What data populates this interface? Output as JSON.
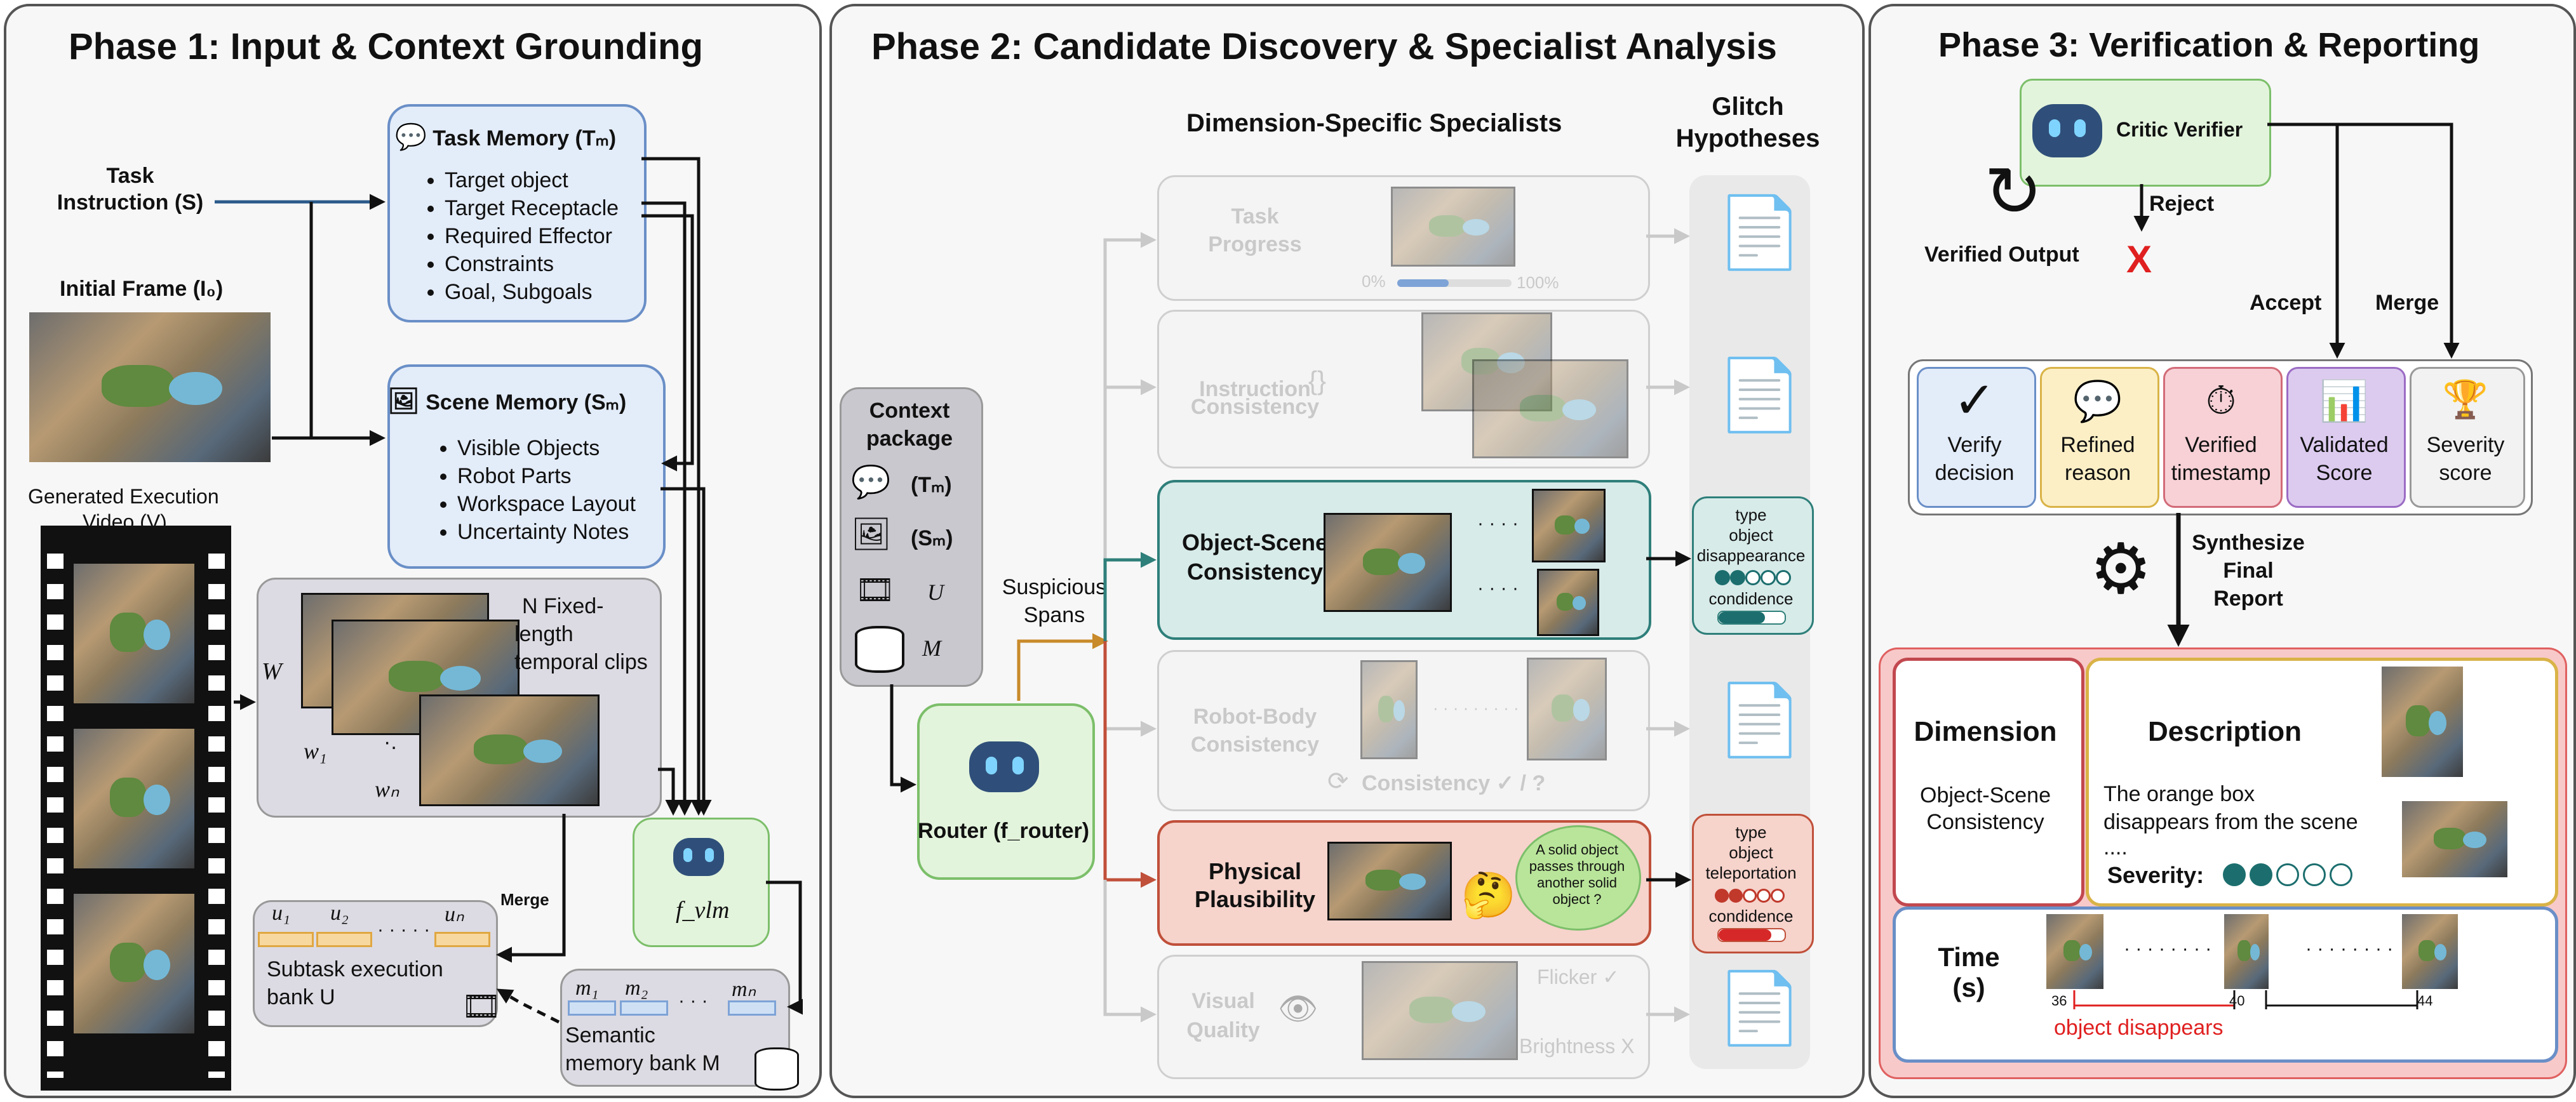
{
  "phase1": {
    "title": "Phase 1:  Input & Context Grounding",
    "task_instruction": "Task Instruction (S)",
    "initial_frame": "Initial Frame  (I₀)",
    "generated_video": "Generated   Execution",
    "video_label": "Video (V)",
    "task_memory": {
      "title": "Task Memory (Tₘ)",
      "items": [
        "Target object",
        "Target Receptacle",
        "Required Effector",
        "Constraints",
        "Goal, Subgoals"
      ]
    },
    "scene_memory": {
      "title": "Scene Memory (Sₘ)",
      "items": [
        "Visible Objects",
        "Robot Parts",
        "Workspace Layout",
        "Uncertainty Notes"
      ]
    },
    "clips": {
      "text1": "N Fixed-",
      "text2": "length",
      "text3": "temporal clips",
      "W": "W",
      "w1": "w₁",
      "wn": "wₙ",
      "dots": "·."
    },
    "fvlm": "f_vlm",
    "merge": "Merge",
    "subtask": {
      "u1": "u₁",
      "u2": "u₂",
      "un": "uₙ",
      "dots": "· · · · ·",
      "line1": "Subtask execution",
      "line2": "bank U"
    },
    "semantic": {
      "m1": "m₁",
      "m2": "m₂",
      "mn": "mₙ",
      "dots": "· · ·",
      "line1": "Semantic",
      "line2": "memory bank  M"
    }
  },
  "phase2": {
    "title": "Phase 2:  Candidate Discovery & Specialist Analysis",
    "specialists_header": "Dimension-Specific Specialists",
    "glitch_header1": "Glitch",
    "glitch_header2": "Hypotheses",
    "context_package": {
      "title1": "Context",
      "title2": "package",
      "tm": "(Tₘ)",
      "sm": "(Sₘ)",
      "u": "U",
      "m": "M"
    },
    "suspicious1": "Suspicious",
    "suspicious2": "Spans",
    "router": "Router (f_router)",
    "specialists": [
      {
        "name1": "Task",
        "name2": "Progress",
        "extra1": "0%",
        "extra2": "100%"
      },
      {
        "name1": "Instruction",
        "name2": "Consistency",
        "extra1": "",
        "extra2": ""
      },
      {
        "name1": "Object-Scene",
        "name2": "Consistency",
        "extra1": "· · · ·",
        "extra2": "· · · ·"
      },
      {
        "name1": "Robot-Body",
        "name2": "Consistency",
        "extra1": "· · · · · · · · ·",
        "extra2": "Consistency  ✓ / ?"
      },
      {
        "name1": "Physical",
        "name2": "Plausibility",
        "extra1": "A solid object passes through another solid object ?",
        "extra2": ""
      },
      {
        "name1": "Visual",
        "name2": "Quality",
        "extra1": "Flicker ✓",
        "extra2": "Brightness X"
      }
    ],
    "hyp_object": {
      "l1": "type",
      "l2": "object",
      "l3": "disappearance",
      "l4": "condidence"
    },
    "hyp_physical": {
      "l1": "type",
      "l2": "object",
      "l3": "teleportation",
      "l4": "condidence"
    },
    "colors": {
      "teal": "#d7ebe9",
      "teal_border": "#2f7f7a",
      "red": "#f6d3cb",
      "red_border": "#c0503a",
      "orange": "#c88a2a"
    }
  },
  "phase3": {
    "title": "Phase 3: Verification & Reporting",
    "critic": "Critic Verifier",
    "reject": "Reject",
    "reject_mark": "X",
    "verified_output": "Verified Output",
    "accept": "Accept",
    "merge": "Merge",
    "cards": [
      {
        "l1": "Verify",
        "l2": "decision",
        "icon": "check-icon"
      },
      {
        "l1": "Refined",
        "l2": "reason",
        "icon": "chat-icon"
      },
      {
        "l1": "Verified",
        "l2": "timestamp",
        "icon": "stopwatch-icon"
      },
      {
        "l1": "Validated",
        "l2": "Score",
        "icon": "bar-chart-icon"
      },
      {
        "l1": "Severity",
        "l2": "score",
        "icon": "podium-icon"
      }
    ],
    "synth1": "Synthesize",
    "synth2": "Final",
    "synth3": "Report",
    "report": {
      "dimension_label": "Dimension",
      "dimension_value1": "Object-Scene",
      "dimension_value2": "Consistency",
      "description_label": "Description",
      "description1": "The orange box",
      "description2": "disappears from the scene",
      "description3": "....",
      "severity": "Severity:",
      "time_label1": "Time",
      "time_label2": "(s)",
      "dots": "· · · · · · · ·",
      "t1": "36",
      "t2": "40",
      "t3": "44",
      "event": "object disappears"
    }
  }
}
